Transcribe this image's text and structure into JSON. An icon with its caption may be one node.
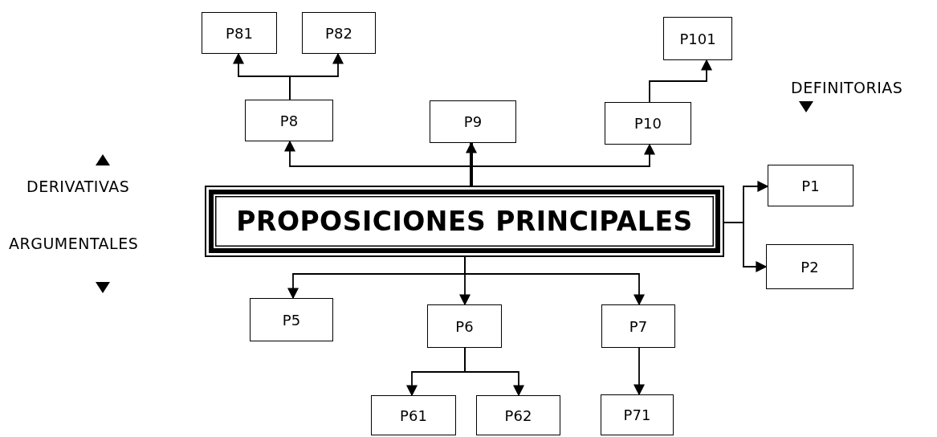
{
  "diagram": {
    "nodes": [
      {
        "text": [
          "P81"
        ]
      },
      {
        "text": [
          "P82"
        ]
      },
      {
        "text": [
          "P101"
        ]
      },
      {
        "text": [
          "P8"
        ]
      },
      {
        "text": [
          "P9"
        ]
      },
      {
        "text": [
          "P10"
        ]
      },
      {
        "text": [
          "PROPOSICIONES PRINCIPALES"
        ]
      },
      {
        "text": [
          "P1"
        ]
      },
      {
        "text": [
          "P2"
        ]
      },
      {
        "text": [
          "P5"
        ]
      },
      {
        "text": [
          "P6"
        ]
      },
      {
        "text": [
          "P7"
        ]
      },
      {
        "text": [
          "P61"
        ]
      },
      {
        "text": [
          "P62"
        ]
      },
      {
        "text": [
          "P71"
        ]
      }
    ],
    "edges": [
      {
        "from": 3,
        "to": 0,
        "arrow": "to"
      },
      {
        "from": 3,
        "to": 1,
        "arrow": "to"
      },
      {
        "from": 5,
        "to": 2,
        "arrow": "to"
      },
      {
        "from": 6,
        "to": 3,
        "arrow": "to"
      },
      {
        "from": 6,
        "to": 4,
        "arrow": "to",
        "style": "thick"
      },
      {
        "from": 6,
        "to": 5,
        "arrow": "to"
      },
      {
        "from": 6,
        "to": 7,
        "arrow": "to"
      },
      {
        "from": 6,
        "to": 8,
        "arrow": "to"
      },
      {
        "from": 6,
        "to": 9,
        "arrow": "to"
      },
      {
        "from": 6,
        "to": 10,
        "arrow": "to"
      },
      {
        "from": 6,
        "to": 11,
        "arrow": "to"
      },
      {
        "from": 10,
        "to": 12,
        "arrow": "to"
      },
      {
        "from": 10,
        "to": 13,
        "arrow": "to"
      },
      {
        "from": 11,
        "to": 14,
        "arrow": "to"
      }
    ],
    "labels": [
      "DEFINITORIAS",
      "DERIVATIVAS",
      "ARGUMENTALES"
    ]
  }
}
